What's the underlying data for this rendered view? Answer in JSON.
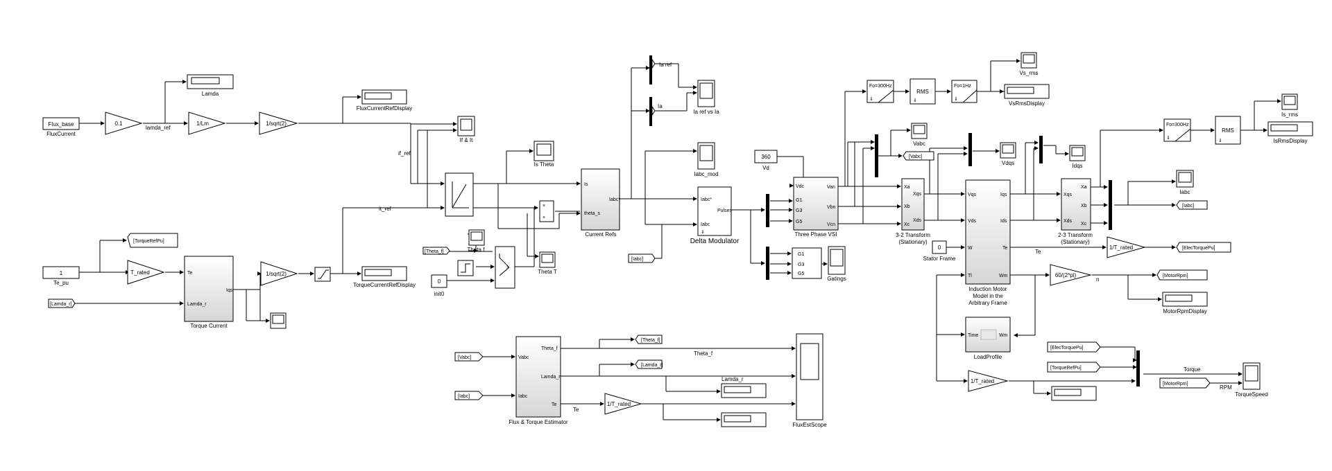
{
  "const": {
    "flux_base": "Flux_base",
    "te_pu_val": "1",
    "vd_val": "360",
    "init0_val": "0",
    "stator_val": "0"
  },
  "gain": {
    "g01": "0.1",
    "lm": "1/Lm",
    "sqrt2a": "1/sqrt(2)",
    "trated": "T_rated",
    "sqrt2b": "1/sqrt(2)",
    "trated2": "1/T_rated",
    "rpm": "60/(2*pi)",
    "trated3": "1/T_rated",
    "trated4": "1/T_rated"
  },
  "label": {
    "fluxcurrent": "FluxCurrent",
    "te_pu": "Te_pu",
    "lamda": "Lamda",
    "fluxcurrentrefdisplay": "FluxCurrentRefDisplay",
    "ifit": "If & It",
    "istheta": "Is Theta",
    "thetaf": "Theta f",
    "thetat": "Theta T",
    "init0": "init0",
    "torquecurrent": "Torque Current",
    "torquecurrentrefdisplay": "TorqueCurrentRefDisplay",
    "currentrefs": "Current Refs",
    "iarefvsia": "Ia ref vs Ia",
    "iabcmod": "Iabc_mod",
    "deltamod": "Delta Modulator",
    "vd": "Vd",
    "threephasevsi": "Three Phase VSI",
    "gatings": "Gatings",
    "t32": "3-2 Transform\n(Stationary)",
    "statorframe": "Stator Frame",
    "induction": "Induction Motor\nModel in the\nArbitrary Frame",
    "loadprofile": "LoadProfile",
    "t23": "2-3 Transform\n(Stationary)",
    "vabc": "Vabc",
    "vdqs": "Vdqs",
    "idqs": "Idqs",
    "vsrms": "Vs_rms",
    "vsrmsdisplay": "VsRmsDisplay",
    "isrms": "Is_rms",
    "isrmsdisplay": "IsRmsDisplay",
    "iabc": "Iabc",
    "motorrpmdisplay": "MotorRpmDisplay",
    "fluxtorqueest": "Flux & Torque Estimator",
    "fluxestscope": "FluxEstScope",
    "torquespeed": "TorqueSpeed",
    "rms1": "RMS",
    "rms2": "RMS",
    "fo300a": "Fo=300Hz",
    "fo1": "Fo=1Hz",
    "fo300b": "Fo=300Hz"
  },
  "goto": {
    "torquerefpu": "[TorqueRefPu]",
    "lamda_r_from": "[Lamda_r]",
    "theta_f_from": "[Theta_f]",
    "iabc_from1": "[Iabc]",
    "vabc_goto": "[Vabc]",
    "iabc_goto": "[Iabc]",
    "electorquepu_goto": "[ElecTorquePu]",
    "motorrpm_goto": "[MotorRpm]",
    "vabc_from": "[Vabc]",
    "iabc_from2": "[Iabc]",
    "theta_f_goto": "[Theta_f]",
    "lamda_r_goto": "[Lamda_r]",
    "electorquepu_from": "[ElecTorquePu]",
    "torquerefpu_from": "[TorqueRefPu]",
    "motorrpm_from": "[MotorRpm]"
  },
  "signal": {
    "lamda_ref": "lamda_ref",
    "if_ref": "if_ref",
    "it_ref": "it_ref",
    "ia_ref": "Ia ref",
    "ia": "Ia",
    "theta_f": "Theta_f",
    "lamda_r": "Lamda_r",
    "te": "Te",
    "te2": "Te",
    "n": "n",
    "torque": "Torque",
    "rpm": "RPM"
  },
  "port": {
    "te": "Te",
    "lamda_r": "Lamda_r",
    "iqs": "Iqs",
    "is": "Is",
    "theta_s": "theta_s",
    "iabc_star_out": "Iabc*",
    "iabc_star_in": "Iabc*",
    "pulses": "Pulses",
    "iabc_in": "Iabc",
    "vdc": "Vdc",
    "g1": "G1",
    "g3": "G3",
    "g5": "G5",
    "van": "Van",
    "vbn": "Vbn",
    "vcn": "Vcn",
    "xa": "Xa",
    "xb": "Xb",
    "xc": "Xc",
    "xqs": "Xqs",
    "xds": "Xds",
    "vqs": "Vqs",
    "vds": "Vds",
    "w": "W",
    "tl": "Tl",
    "ids": "Ids",
    "te_out": "Te",
    "wm": "Wm",
    "xqs2": "Xqs",
    "xds2": "Xds",
    "xa2": "Xa",
    "xb2": "Xb",
    "xc2": "Xc",
    "time": "Time",
    "wm_lp": "Wm",
    "vabc_in": "Vabc",
    "iabc_in2": "Iabc",
    "theta_f_out": "Theta_f",
    "lamda_r_out": "Lamda_r",
    "te_out2": "Te",
    "g1b": "G1",
    "g3b": "G3",
    "g5b": "G5"
  }
}
